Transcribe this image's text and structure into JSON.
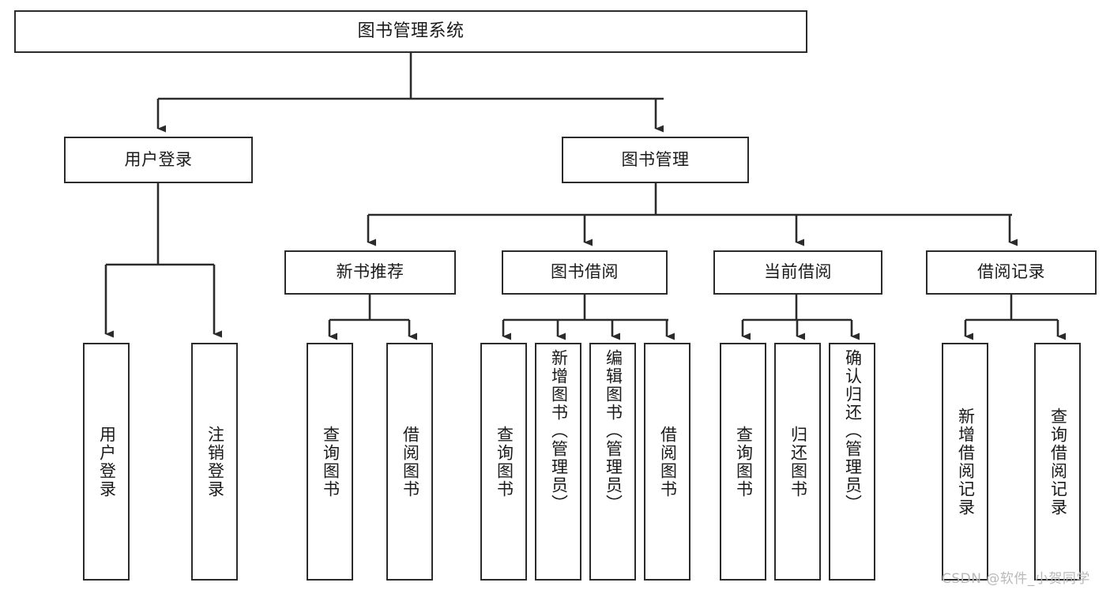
{
  "diagram": {
    "title": "图书管理系统",
    "type": "functional-structure-tree",
    "watermark": "CSDN @软件_小贺同学",
    "colors": {
      "border": "#2b2b2b",
      "background": "#ffffff",
      "text": "#1a1a1a",
      "edge": "#2b2b2b",
      "watermark": "#b9b9b9"
    },
    "nodes": {
      "root": {
        "label": "图书管理系统"
      },
      "level2": [
        {
          "id": "user-login",
          "label": "用户登录"
        },
        {
          "id": "book-management",
          "label": "图书管理"
        }
      ],
      "level3": [
        {
          "id": "new-book-recommend",
          "label": "新书推荐"
        },
        {
          "id": "book-borrow",
          "label": "图书借阅"
        },
        {
          "id": "current-borrow",
          "label": "当前借阅"
        },
        {
          "id": "borrow-record",
          "label": "借阅记录"
        }
      ],
      "leaves": {
        "user-login": [
          {
            "id": "leaf-user-login",
            "label": "用户登录"
          },
          {
            "id": "leaf-user-logout",
            "label": "注销登录"
          }
        ],
        "new-book-recommend": [
          {
            "id": "leaf-query-book-1",
            "label": "查询图书"
          },
          {
            "id": "leaf-borrow-book-1",
            "label": "借阅图书"
          }
        ],
        "book-borrow": [
          {
            "id": "leaf-query-book-2",
            "label": "查询图书"
          },
          {
            "id": "leaf-add-book",
            "label": "新增图书（管理员）"
          },
          {
            "id": "leaf-edit-book",
            "label": "编辑图书（管理员）"
          },
          {
            "id": "leaf-borrow-book-2",
            "label": "借阅图书"
          }
        ],
        "current-borrow": [
          {
            "id": "leaf-query-book-3",
            "label": "查询图书"
          },
          {
            "id": "leaf-return-book",
            "label": "归还图书"
          },
          {
            "id": "leaf-confirm-return",
            "label": "确认归还（管理员）"
          }
        ],
        "borrow-record": [
          {
            "id": "leaf-add-record",
            "label": "新增借阅记录"
          },
          {
            "id": "leaf-query-record",
            "label": "查询借阅记录"
          }
        ]
      }
    }
  }
}
